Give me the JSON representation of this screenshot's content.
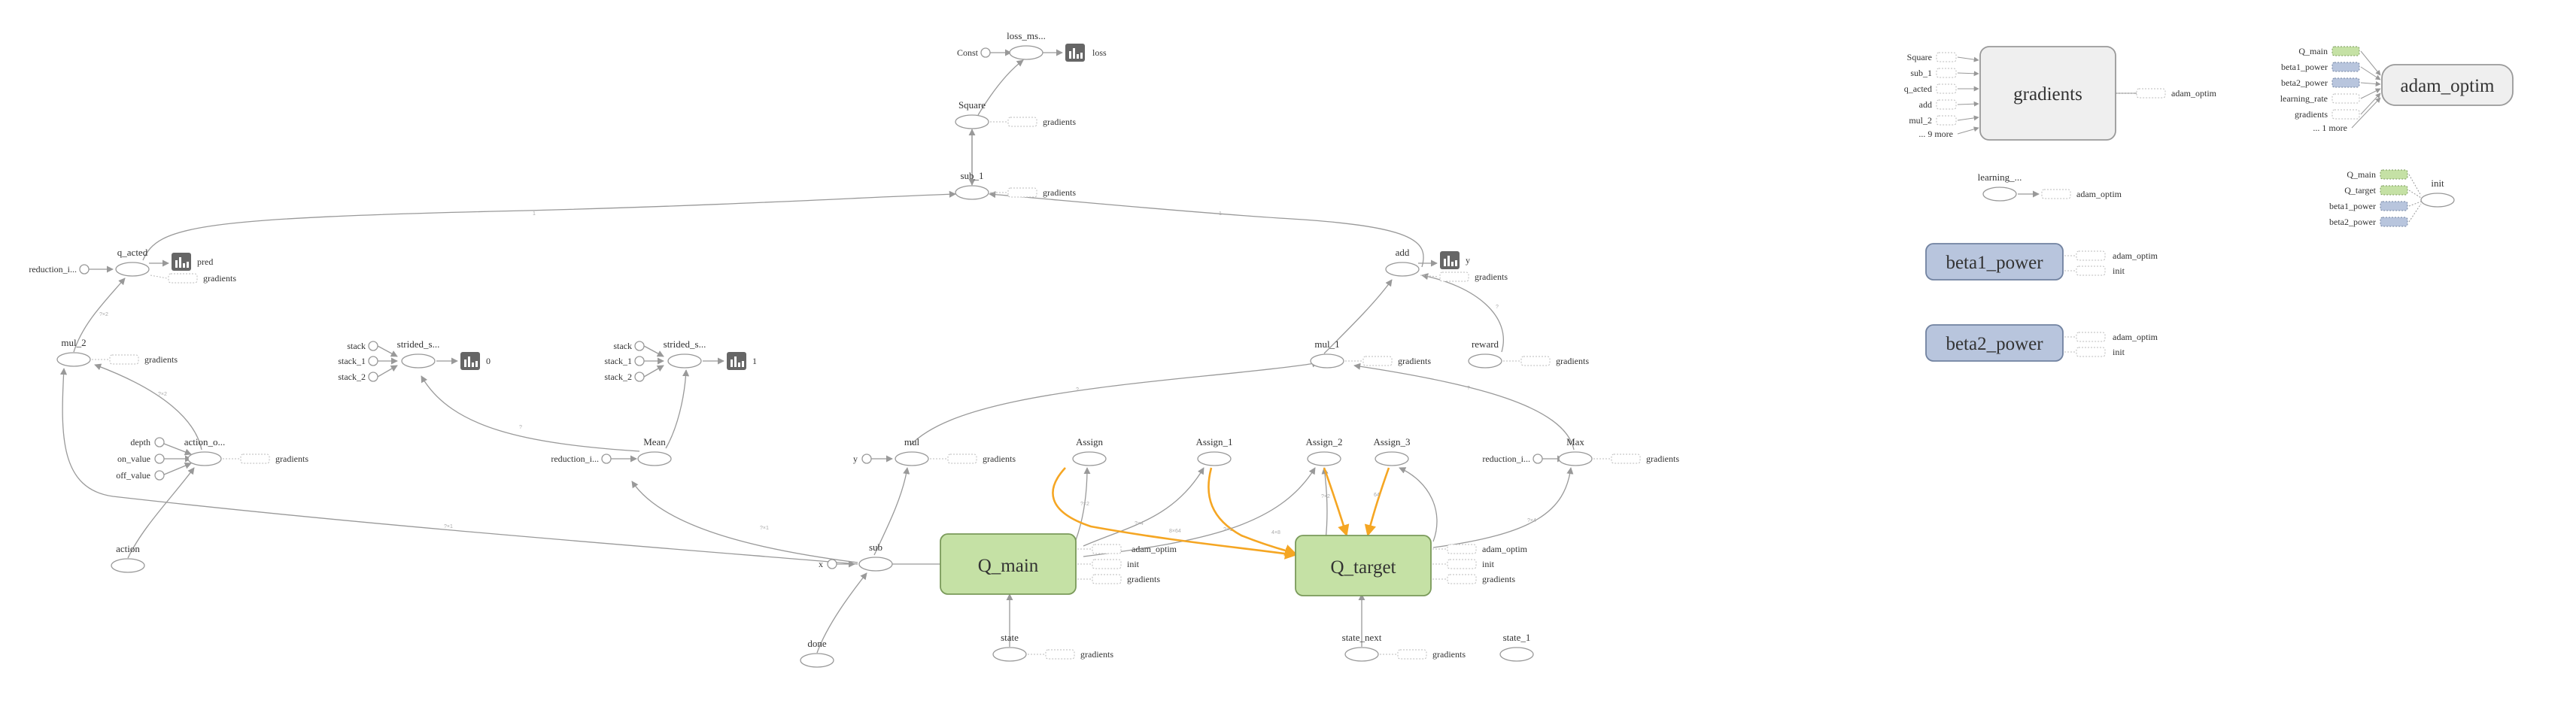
{
  "graph": {
    "nodes": {
      "const": "Const",
      "loss_ms": "loss_ms...",
      "loss_summary": "loss",
      "square": "Square",
      "sub_1": "sub_1",
      "q_acted": "q_acted",
      "reduction_qa": "reduction_i...",
      "pred_summary": "pred",
      "mul_2": "mul_2",
      "depth": "depth",
      "on_value": "on_value",
      "off_value": "off_value",
      "action_onehot": "action_o...",
      "action": "action",
      "stack_a": "stack",
      "stack_1_a": "stack_1",
      "stack_2_a": "stack_2",
      "strided_a": "strided_s...",
      "summary_0": "0",
      "stack_b": "stack",
      "stack_1_b": "stack_1",
      "stack_2_b": "stack_2",
      "strided_b": "strided_s...",
      "summary_1": "1",
      "mean": "Mean",
      "reduction_mean": "reduction_i...",
      "add": "add",
      "y_summary": "y",
      "mul_1": "mul_1",
      "reward": "reward",
      "mul": "mul",
      "y_input": "y",
      "assign": "Assign",
      "assign_1": "Assign_1",
      "assign_2": "Assign_2",
      "assign_3": "Assign_3",
      "max": "Max",
      "reduction_max": "reduction_i...",
      "sub": "sub",
      "x_input": "x",
      "done": "done",
      "q_main": "Q_main",
      "q_target": "Q_target",
      "state": "state",
      "state_next": "state_next",
      "state_1": "state_1",
      "gradients": "gradients",
      "adam_optim": "adam_optim",
      "learning_rate_node": "learning_...",
      "init": "init",
      "beta1_power": "beta1_power",
      "beta2_power": "beta2_power"
    },
    "aux": {
      "gradients": "gradients",
      "adam_optim": "adam_optim",
      "init": "init"
    },
    "gradients_inputs": [
      "Square",
      "sub_1",
      "q_acted",
      "add",
      "mul_2",
      "... 9 more"
    ],
    "adam_inputs": [
      "Q_main",
      "beta1_power",
      "beta2_power",
      "learning_rate",
      "gradients",
      "... 1 more"
    ],
    "init_inputs": [
      "Q_main",
      "Q_target",
      "beta1_power",
      "beta2_power"
    ],
    "edge_labels": {
      "e1": "1",
      "e2": "1",
      "e3": "?×2",
      "e4": "?×2",
      "e5": "?×1",
      "e6": "?",
      "e7": "?",
      "e8": "?",
      "e9": "?",
      "e10": "?×1",
      "e11": "?×2",
      "e12": "?×4",
      "e13": "?×1",
      "e14": "?×2",
      "e15": "?×4",
      "e16": "64",
      "e17": "8×64",
      "e18": "4×8"
    },
    "colors": {
      "edge": "#999999",
      "node_stroke": "#999999",
      "control_edge": "#f5a623",
      "q_fill": "#c5e1a5",
      "q_stroke": "#7a9a5a",
      "beta_fill": "#b8c5dd",
      "beta_stroke": "#7182a0",
      "meta_fill": "#efefef",
      "summary_fill": "#666666"
    }
  }
}
